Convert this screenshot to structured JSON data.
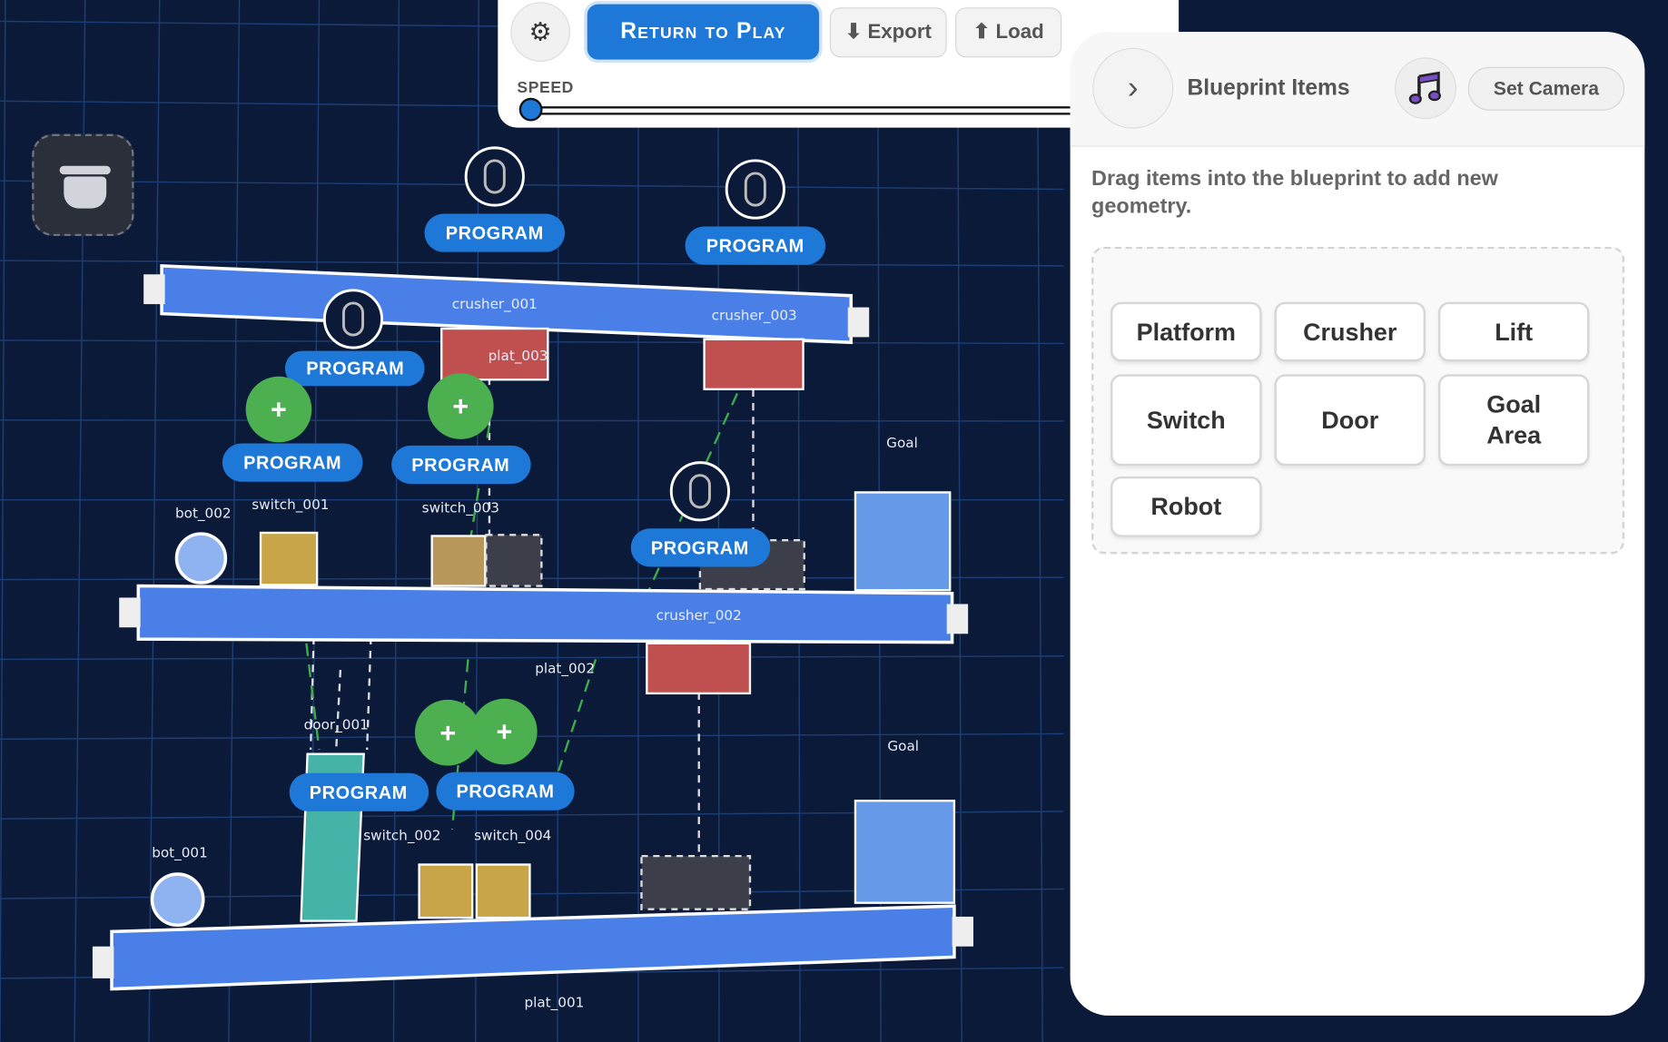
{
  "toolbar": {
    "settings_icon": "gear-icon",
    "return_label": "Return to Play",
    "export_label": "⬇ Export",
    "load_label": "⬆ Load",
    "speed_label": "SPEED",
    "speed_value": 0
  },
  "canvas": {
    "program_label": "PROGRAM",
    "plus_label": "+",
    "labels": {
      "crusher_001": "crusher_001",
      "crusher_003": "crusher_003",
      "crusher_002": "crusher_002",
      "plat_003": "plat_003",
      "plat_002": "plat_002",
      "plat_001": "plat_001",
      "goal_upper": "Goal",
      "goal_lower": "Goal",
      "bot_002": "bot_002",
      "bot_001": "bot_001",
      "switch_001": "switch_001",
      "switch_003": "switch_003",
      "switch_002": "switch_002",
      "switch_004": "switch_004",
      "door_001": "door_001"
    },
    "colors": {
      "platform": "#4a7fe8",
      "crusher_block": "#c0504f",
      "switch": "#c9a54a",
      "door": "#45b3a8",
      "goal": "#6699e8",
      "bot": "#8fb3f0",
      "program": "#1e78d8",
      "add": "#4caf50"
    }
  },
  "panel": {
    "collapse_icon": "chevron-right-icon",
    "title": "Blueprint Items",
    "music_icon": "music-note-icon",
    "set_camera_label": "Set Camera",
    "description": "Drag items into the blueprint to add new geometry.",
    "items": [
      "Platform",
      "Crusher",
      "Lift",
      "Switch",
      "Door",
      "Goal Area",
      "Robot"
    ]
  }
}
